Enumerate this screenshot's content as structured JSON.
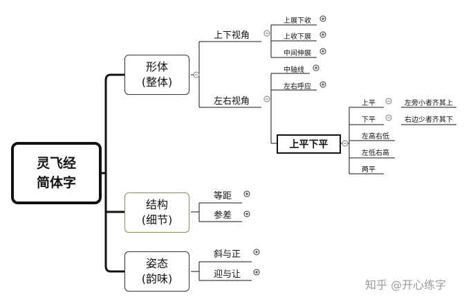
{
  "root": {
    "line1": "灵飞经",
    "line2": "简体字"
  },
  "branches": [
    {
      "line1": "形体",
      "line2": "(整体)"
    },
    {
      "line1": "结构",
      "line2": "(细节)"
    },
    {
      "line1": "姿态",
      "line2": "(韵味)"
    }
  ],
  "xingti": {
    "up_down_view": "上下视角",
    "left_right_view": "左右视角",
    "up_down_items": [
      "上展下收",
      "上收下展",
      "中间伸展"
    ],
    "axis": "中轴线",
    "echo": "左右呼应",
    "balance": "上平下平",
    "balance_items": [
      "上平",
      "下平",
      "左高右低",
      "左低右高",
      "两平"
    ],
    "balance_notes": [
      "左旁小者齐其上",
      "右边少者齐其下"
    ]
  },
  "jiegou": [
    "等距",
    "参差"
  ],
  "zitai": [
    "斜与正",
    "迎与让"
  ],
  "symbols": {
    "expand": "+",
    "collapse": "−"
  },
  "watermark": "知乎 @开心练字"
}
